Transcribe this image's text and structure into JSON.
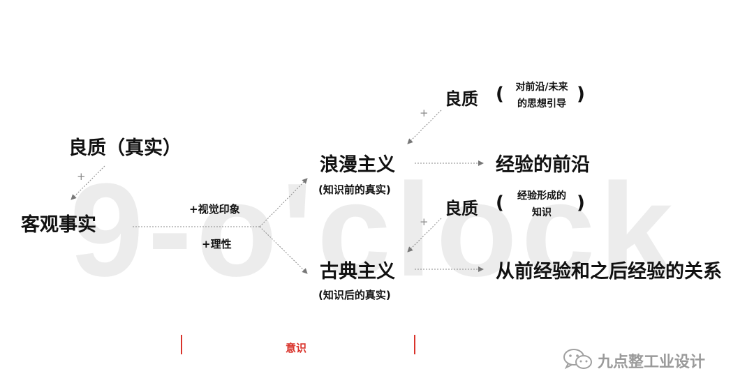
{
  "watermark": "9-o'clock",
  "nodes": {
    "objective_fact": "客观事实",
    "quality_true": "良质（真实）",
    "romanticism": "浪漫主义",
    "romanticism_note": "(知识前的真实)",
    "classicism": "古典主义",
    "classicism_note": "(知识后的真实)",
    "frontier": "经验的前沿",
    "relation": "从前经验和之后经验的关系",
    "quality_top": "良质",
    "quality_top_note": [
      "对前沿/未来",
      "的思想引导"
    ],
    "quality_mid": "良质",
    "quality_mid_note": [
      "经验形成的",
      "知识"
    ]
  },
  "edge_labels": {
    "visual": "+视觉印象",
    "reason": "+理性",
    "plus": "+"
  },
  "parens": {
    "open": "(",
    "close": ")"
  },
  "footer": {
    "consciousness": "意识"
  },
  "brand": {
    "name": "九点整工业设计"
  },
  "colors": {
    "accent": "#d9332b",
    "watermark": "#ececec",
    "brand": "#9a9a9a"
  }
}
